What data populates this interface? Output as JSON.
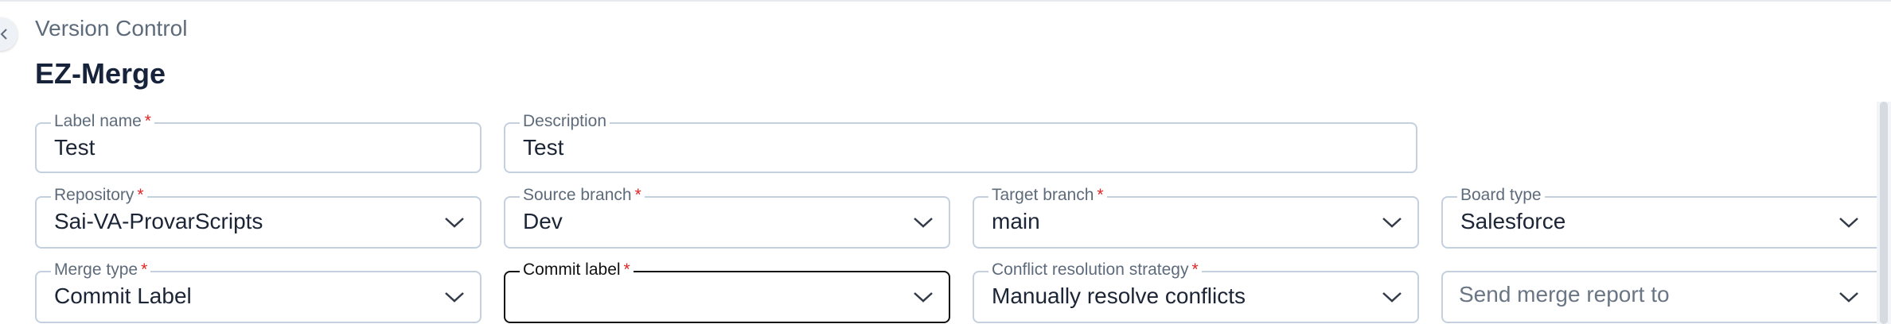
{
  "breadcrumb": "Version Control",
  "title": "EZ-Merge",
  "fields": {
    "label_name": {
      "label": "Label name",
      "required": "*",
      "value": "Test"
    },
    "description": {
      "label": "Description",
      "value": "Test"
    },
    "repository": {
      "label": "Repository",
      "required": "*",
      "value": "Sai-VA-ProvarScripts"
    },
    "source_branch": {
      "label": "Source branch",
      "required": "*",
      "value": "Dev"
    },
    "target_branch": {
      "label": "Target branch",
      "required": "*",
      "value": "main"
    },
    "board_type": {
      "label": "Board type",
      "value": "Salesforce"
    },
    "merge_type": {
      "label": "Merge type",
      "required": "*",
      "value": "Commit Label"
    },
    "commit_label": {
      "label": "Commit label",
      "required": "*",
      "value": ""
    },
    "conflict_strategy": {
      "label": "Conflict resolution strategy",
      "required": "*",
      "value": "Manually resolve conflicts"
    },
    "send_report": {
      "placeholder": "Send merge report to"
    }
  },
  "icons": {
    "collapse": "chevron-left-icon",
    "dropdown": "chevron-down-icon"
  },
  "colors": {
    "border": "#c4d0de",
    "focus_border": "#111111",
    "required": "#e02424",
    "title": "#16233a",
    "muted": "#5e6b7b"
  }
}
